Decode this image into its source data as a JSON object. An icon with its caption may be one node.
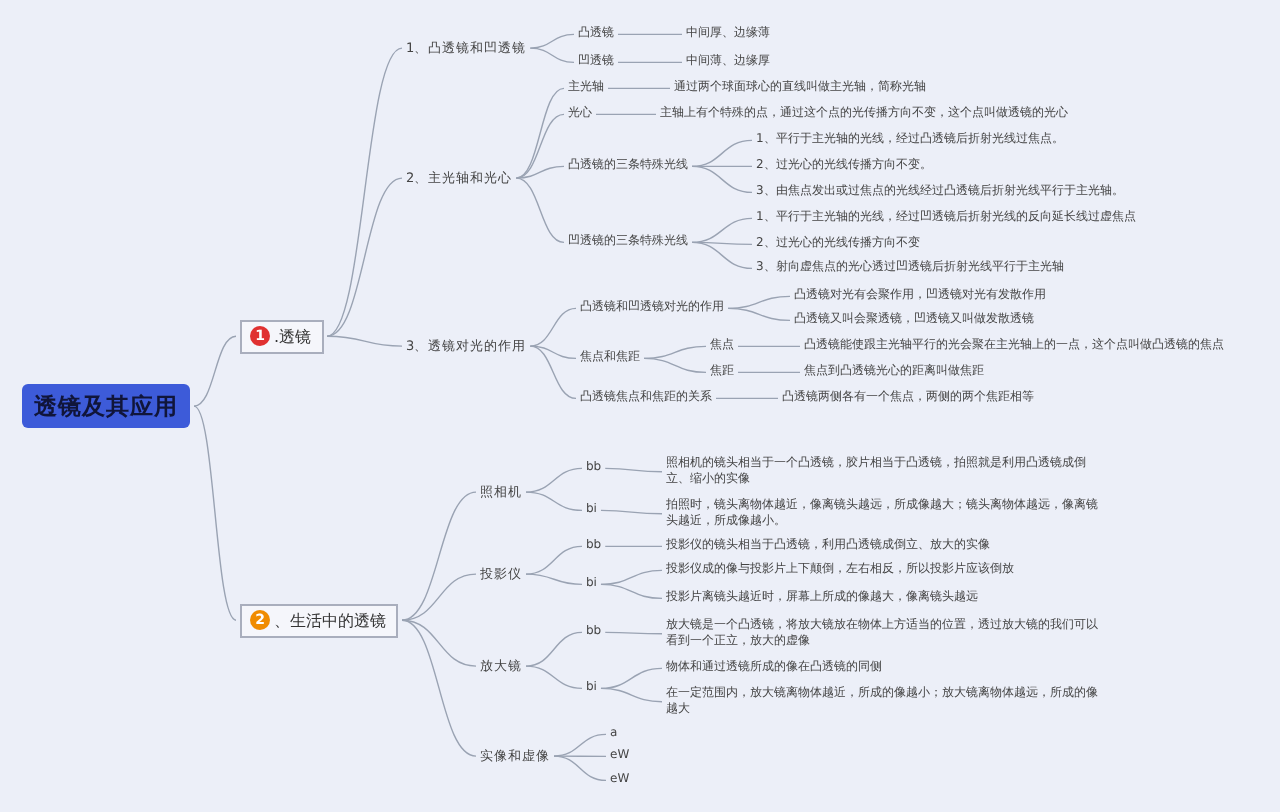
{
  "diagram": {
    "nodes": [
      {
        "text": [
          "透镜及其应用"
        ]
      },
      {
        "text": [
          "1",
          ".透镜"
        ]
      },
      {
        "text": [
          "2",
          "、生活中的透镜"
        ]
      },
      {
        "text": [
          "1、凸透镜和凹透镜"
        ]
      },
      {
        "text": [
          "凸透镜"
        ]
      },
      {
        "text": [
          "中间厚、边缘薄"
        ]
      },
      {
        "text": [
          "凹透镜"
        ]
      },
      {
        "text": [
          "中间薄、边缘厚"
        ]
      },
      {
        "text": [
          "2、主光轴和光心"
        ]
      },
      {
        "text": [
          "主光轴"
        ]
      },
      {
        "text": [
          "通过两个球面球心的直线叫做主光轴，简称光轴"
        ]
      },
      {
        "text": [
          "光心"
        ]
      },
      {
        "text": [
          "主轴上有个特殊的点，通过这个点的光传播方向不变，这个点叫做透镜的光心"
        ]
      },
      {
        "text": [
          "凸透镜的三条特殊光线"
        ]
      },
      {
        "text": [
          "1、平行于主光轴的光线，经过凸透镜后折射光线过焦点。"
        ]
      },
      {
        "text": [
          "2、过光心的光线传播方向不变。"
        ]
      },
      {
        "text": [
          "3、由焦点发出或过焦点的光线经过凸透镜后折射光线平行于主光轴。"
        ]
      },
      {
        "text": [
          "凹透镜的三条特殊光线"
        ]
      },
      {
        "text": [
          "1、平行于主光轴的光线，经过凹透镜后折射光线的反向延长线过虚焦点"
        ]
      },
      {
        "text": [
          "2、过光心的光线传播方向不变"
        ]
      },
      {
        "text": [
          "3、射向虚焦点的光心透过凹透镜后折射光线平行于主光轴"
        ]
      },
      {
        "text": [
          "3、透镜对光的作用"
        ]
      },
      {
        "text": [
          "凸透镜和凹透镜对光的作用"
        ]
      },
      {
        "text": [
          "凸透镜对光有会聚作用，凹透镜对光有发散作用"
        ]
      },
      {
        "text": [
          "凸透镜又叫会聚透镜，凹透镜又叫做发散透镜"
        ]
      },
      {
        "text": [
          "焦点和焦距"
        ]
      },
      {
        "text": [
          "焦点"
        ]
      },
      {
        "text": [
          "凸透镜能使跟主光轴平行的光会聚在主光轴上的一点，这个点叫做凸透镜的焦点"
        ]
      },
      {
        "text": [
          "焦距"
        ]
      },
      {
        "text": [
          "焦点到凸透镜光心的距离叫做焦距"
        ]
      },
      {
        "text": [
          "凸透镜焦点和焦距的关系"
        ]
      },
      {
        "text": [
          "凸透镜两侧各有一个焦点，两侧的两个焦距相等"
        ]
      },
      {
        "text": [
          "照相机"
        ]
      },
      {
        "text": [
          "bb"
        ]
      },
      {
        "text": [
          "照相机的镜头相当于一个凸透镜，胶片相当于凸透镜，拍照就是利用凸透镜成倒立、缩小的实像"
        ]
      },
      {
        "text": [
          "bi"
        ]
      },
      {
        "text": [
          "拍照时，镜头离物体越近，像离镜头越远，所成像越大；镜头离物体越远，像离镜头越近，所成像越小。"
        ]
      },
      {
        "text": [
          "投影仪"
        ]
      },
      {
        "text": [
          "bb"
        ]
      },
      {
        "text": [
          "投影仪的镜头相当于凸透镜，利用凸透镜成倒立、放大的实像"
        ]
      },
      {
        "text": [
          "bi"
        ]
      },
      {
        "text": [
          "投影仪成的像与投影片上下颠倒，左右相反，所以投影片应该倒放"
        ]
      },
      {
        "text": [
          "投影片离镜头越近时，屏幕上所成的像越大，像离镜头越远"
        ]
      },
      {
        "text": [
          "放大镜"
        ]
      },
      {
        "text": [
          "bb"
        ]
      },
      {
        "text": [
          "放大镜是一个凸透镜，将放大镜放在物体上方适当的位置，透过放大镜的我们可以看到一个正立，放大的虚像"
        ]
      },
      {
        "text": [
          "bi"
        ]
      },
      {
        "text": [
          "物体和通过透镜所成的像在凸透镜的同侧"
        ]
      },
      {
        "text": [
          "在一定范围内，放大镜离物体越近，所成的像越小；放大镜离物体越远，所成的像越大"
        ]
      },
      {
        "text": [
          "实像和虚像"
        ]
      },
      {
        "text": [
          "a"
        ]
      },
      {
        "text": [
          "eW"
        ]
      },
      {
        "text": [
          "eW"
        ]
      }
    ],
    "edges": [
      {
        "from": 0,
        "to": 1,
        "arrow": "none"
      },
      {
        "from": 0,
        "to": 2,
        "arrow": "none"
      },
      {
        "from": 1,
        "to": 3,
        "arrow": "none"
      },
      {
        "from": 3,
        "to": 4,
        "arrow": "none"
      },
      {
        "from": 4,
        "to": 5,
        "arrow": "none"
      },
      {
        "from": 3,
        "to": 6,
        "arrow": "none"
      },
      {
        "from": 6,
        "to": 7,
        "arrow": "none"
      },
      {
        "from": 1,
        "to": 8,
        "arrow": "none"
      },
      {
        "from": 8,
        "to": 9,
        "arrow": "none"
      },
      {
        "from": 9,
        "to": 10,
        "arrow": "none"
      },
      {
        "from": 8,
        "to": 11,
        "arrow": "none"
      },
      {
        "from": 11,
        "to": 12,
        "arrow": "none"
      },
      {
        "from": 8,
        "to": 13,
        "arrow": "none"
      },
      {
        "from": 13,
        "to": 14,
        "arrow": "none"
      },
      {
        "from": 13,
        "to": 15,
        "arrow": "none"
      },
      {
        "from": 13,
        "to": 16,
        "arrow": "none"
      },
      {
        "from": 8,
        "to": 17,
        "arrow": "none"
      },
      {
        "from": 17,
        "to": 18,
        "arrow": "none"
      },
      {
        "from": 17,
        "to": 19,
        "arrow": "none"
      },
      {
        "from": 17,
        "to": 20,
        "arrow": "none"
      },
      {
        "from": 1,
        "to": 21,
        "arrow": "none"
      },
      {
        "from": 21,
        "to": 22,
        "arrow": "none"
      },
      {
        "from": 22,
        "to": 23,
        "arrow": "none"
      },
      {
        "from": 22,
        "to": 24,
        "arrow": "none"
      },
      {
        "from": 21,
        "to": 25,
        "arrow": "none"
      },
      {
        "from": 25,
        "to": 26,
        "arrow": "none"
      },
      {
        "from": 26,
        "to": 27,
        "arrow": "none"
      },
      {
        "from": 25,
        "to": 28,
        "arrow": "none"
      },
      {
        "from": 28,
        "to": 29,
        "arrow": "none"
      },
      {
        "from": 21,
        "to": 30,
        "arrow": "none"
      },
      {
        "from": 30,
        "to": 31,
        "arrow": "none"
      },
      {
        "from": 2,
        "to": 32,
        "arrow": "none"
      },
      {
        "from": 32,
        "to": 33,
        "arrow": "none"
      },
      {
        "from": 33,
        "to": 34,
        "arrow": "none"
      },
      {
        "from": 32,
        "to": 35,
        "arrow": "none"
      },
      {
        "from": 35,
        "to": 36,
        "arrow": "none"
      },
      {
        "from": 2,
        "to": 37,
        "arrow": "none"
      },
      {
        "from": 37,
        "to": 38,
        "arrow": "none"
      },
      {
        "from": 38,
        "to": 39,
        "arrow": "none"
      },
      {
        "from": 37,
        "to": 40,
        "arrow": "none"
      },
      {
        "from": 40,
        "to": 41,
        "arrow": "none"
      },
      {
        "from": 40,
        "to": 42,
        "arrow": "none"
      },
      {
        "from": 2,
        "to": 43,
        "arrow": "none"
      },
      {
        "from": 43,
        "to": 44,
        "arrow": "none"
      },
      {
        "from": 44,
        "to": 45,
        "arrow": "none"
      },
      {
        "from": 43,
        "to": 46,
        "arrow": "none"
      },
      {
        "from": 46,
        "to": 47,
        "arrow": "none"
      },
      {
        "from": 46,
        "to": 48,
        "arrow": "none"
      },
      {
        "from": 2,
        "to": 49,
        "arrow": "none"
      },
      {
        "from": 49,
        "to": 50,
        "arrow": "none"
      },
      {
        "from": 49,
        "to": 51,
        "arrow": "none"
      },
      {
        "from": 49,
        "to": 52,
        "arrow": "none"
      }
    ]
  }
}
